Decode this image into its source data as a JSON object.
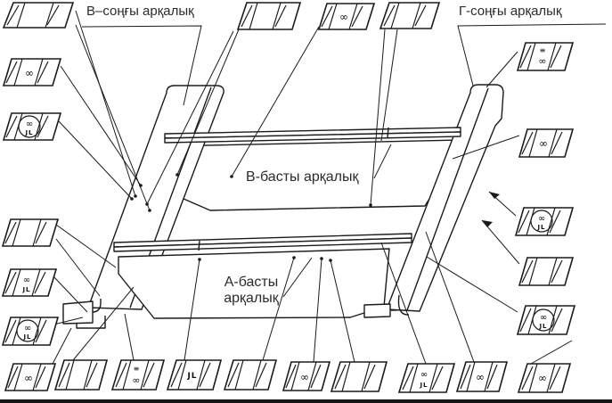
{
  "labels": {
    "end_beam_v": "В–соңғы арқалық",
    "end_beam_g": "Г-соңғы арқалық",
    "main_beam_v": "В-басты арқалық",
    "main_beam_a_line1": "А-басты",
    "main_beam_a_line2": "арқалық"
  },
  "callouts": [
    {
      "id": "top-left-1",
      "top": "",
      "main": "",
      "bottom": ""
    },
    {
      "id": "left-2",
      "top": "",
      "main": "∞",
      "bottom": ""
    },
    {
      "id": "left-3",
      "top": "",
      "main": "∞",
      "bottom": "JL"
    },
    {
      "id": "left-4",
      "top": "",
      "main": "",
      "bottom": ""
    },
    {
      "id": "left-5",
      "top": "",
      "main": "∞",
      "bottom": "JL"
    },
    {
      "id": "left-6",
      "top": "",
      "main": "∞",
      "bottom": "JL"
    },
    {
      "id": "left-7",
      "top": "",
      "main": "∞",
      "bottom": ""
    },
    {
      "id": "top-2",
      "top": "",
      "main": "",
      "bottom": ""
    },
    {
      "id": "top-3",
      "top": "",
      "main": "∞",
      "bottom": ""
    },
    {
      "id": "top-4",
      "top": "",
      "main": "",
      "bottom": ""
    },
    {
      "id": "right-1",
      "top": "≡",
      "main": "∞",
      "bottom": ""
    },
    {
      "id": "right-2",
      "top": "",
      "main": "∞",
      "bottom": ""
    },
    {
      "id": "right-3",
      "top": "",
      "main": "∞",
      "bottom": "JL"
    },
    {
      "id": "right-4",
      "top": "",
      "main": "",
      "bottom": ""
    },
    {
      "id": "right-5",
      "top": "",
      "main": "∞",
      "bottom": "JL"
    },
    {
      "id": "bottom-1",
      "top": "",
      "main": "",
      "bottom": ""
    },
    {
      "id": "bottom-2",
      "top": "≡",
      "main": "∞",
      "bottom": ""
    },
    {
      "id": "bottom-3",
      "top": "",
      "main": "JL",
      "bottom": ""
    },
    {
      "id": "bottom-4",
      "top": "",
      "main": "",
      "bottom": ""
    },
    {
      "id": "bottom-5",
      "top": "",
      "main": "∞",
      "bottom": ""
    },
    {
      "id": "bottom-6",
      "top": "",
      "main": "",
      "bottom": ""
    },
    {
      "id": "bottom-7",
      "top": "",
      "main": "∞",
      "bottom": "JL"
    },
    {
      "id": "bottom-8",
      "top": "",
      "main": "∞",
      "bottom": ""
    },
    {
      "id": "bottom-9",
      "top": "",
      "main": "∞",
      "bottom": ""
    }
  ],
  "colors": {
    "ink": "#1b1b1b",
    "background": "#ffffff"
  }
}
